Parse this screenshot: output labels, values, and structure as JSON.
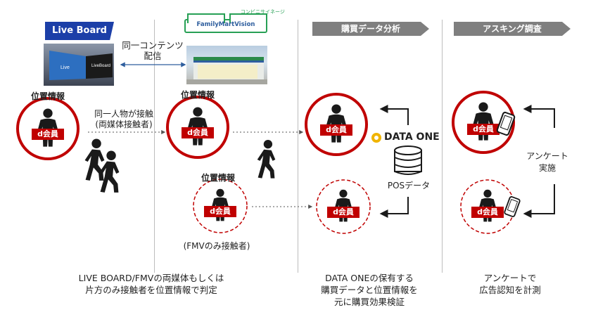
{
  "headers": {
    "purchase": "購買データ分析",
    "asking": "アスキング調査"
  },
  "logos": {
    "liveboard": "Live Board",
    "familymart_top": "コンビニサイネージ",
    "familymart": "FamilyMartVision",
    "dataone": "DATA ONE"
  },
  "labels": {
    "same_content": "同一コンテンツ",
    "delivery": "配信",
    "location_info": "位置情報",
    "same_person": "同一人物が接触",
    "both_media": "(両媒体接触者)",
    "fmv_only": "(FMVのみ接触者)",
    "d_member": "d会員",
    "pos_data": "POSデータ",
    "survey": "アンケート",
    "conduct": "実施"
  },
  "captions": {
    "left_1": "LIVE BOARD/FMVの両媒体もしくは",
    "left_2": "片方のみ接触者を位置情報で判定",
    "mid_1": "DATA ONEの保有する",
    "mid_2": "購買データと位置情報を",
    "mid_3": "元に購買効果検証",
    "right_1": "アンケートで",
    "right_2": "広告認知を計測"
  },
  "colors": {
    "red": "#c00000",
    "gray_header": "#7f7f7f",
    "liveboard_blue": "#1c3fa8",
    "fm_green": "#27a055",
    "dataone_yellow": "#f0b400"
  },
  "icons": [
    "person-icon",
    "walking-person-icon",
    "database-icon",
    "smartphone-icon",
    "arrow-icon"
  ]
}
